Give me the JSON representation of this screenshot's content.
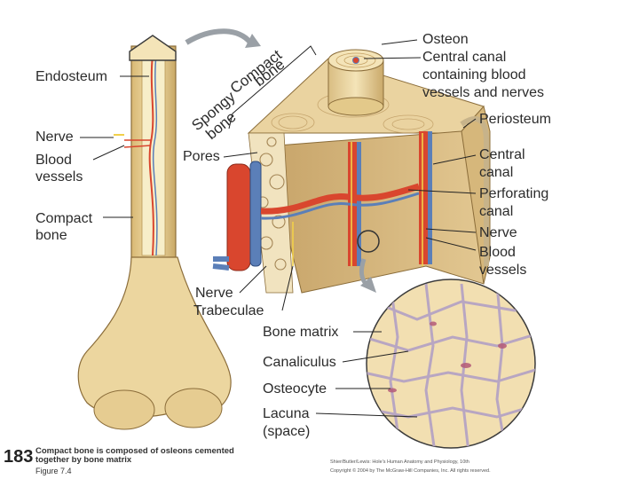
{
  "figure": {
    "labels": {
      "endosteum": "Endosteum",
      "nerve_left": "Nerve",
      "blood_vessels_left_1": "Blood",
      "blood_vessels_left_2": "vessels",
      "compact_bone_left_1": "Compact",
      "compact_bone_left_2": "bone",
      "spongy_bone_1": "Spongy",
      "spongy_bone_2": "bone",
      "compact_bone_arc_1": "Compact",
      "compact_bone_arc_2": "bone",
      "pores": "Pores",
      "osteon": "Osteon",
      "central_canal_top_1": "Central canal",
      "central_canal_top_2": "containing blood",
      "central_canal_top_3": "vessels and nerves",
      "periosteum": "Periosteum",
      "central_canal_1": "Central",
      "central_canal_2": "canal",
      "perforating_canal_1": "Perforating",
      "perforating_canal_2": "canal",
      "nerve_right": "Nerve",
      "blood_vessels_right_1": "Blood",
      "blood_vessels_right_2": "vessels",
      "nerve_bottom": "Nerve",
      "trabeculae": "Trabeculae",
      "bone_matrix": "Bone matrix",
      "canaliculus": "Canaliculus",
      "osteocyte": "Osteocyte",
      "lacuna_1": "Lacuna",
      "lacuna_2": "(space)"
    },
    "colors": {
      "bone_light": "#f3e3b4",
      "bone_mid": "#e3c98a",
      "bone_dark": "#c9a865",
      "artery": "#d9462e",
      "vein": "#5b7fb8",
      "nerve": "#f2d04a",
      "osteocyte": "#b45a78"
    }
  },
  "caption": {
    "page_number": "183",
    "text": "Compact bone is composed of osleons cemented together by bone matrix",
    "figure_number": "Figure 7.4",
    "credit_1": "Shier/Butler/Lewis: Hole's Human Anatomy and Physiology, 10th",
    "credit_2": "Copyright © 2004 by The McGraw-Hill Companies, Inc. All rights reserved."
  }
}
